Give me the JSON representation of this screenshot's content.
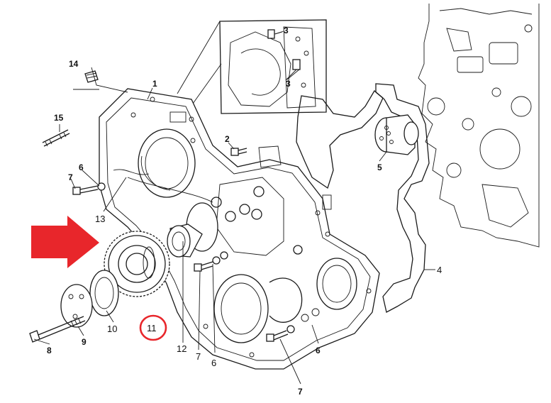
{
  "diagram": {
    "callouts": {
      "c1": "1",
      "c2": "2",
      "c3a": "3",
      "c3b": "3",
      "c4": "4",
      "c5": "5",
      "c6a": "6",
      "c6b": "6",
      "c6c": "6",
      "c7a": "7",
      "c7b": "7",
      "c7c": "7",
      "c8": "8",
      "c9": "9",
      "c10": "10",
      "c11": "11",
      "c12": "12",
      "c13": "13",
      "c14": "14",
      "c15": "15"
    },
    "colors": {
      "arrow": "#e8262b",
      "highlight_circle": "#e8262b",
      "line": "#1a1a1a",
      "background": "#ffffff"
    }
  }
}
